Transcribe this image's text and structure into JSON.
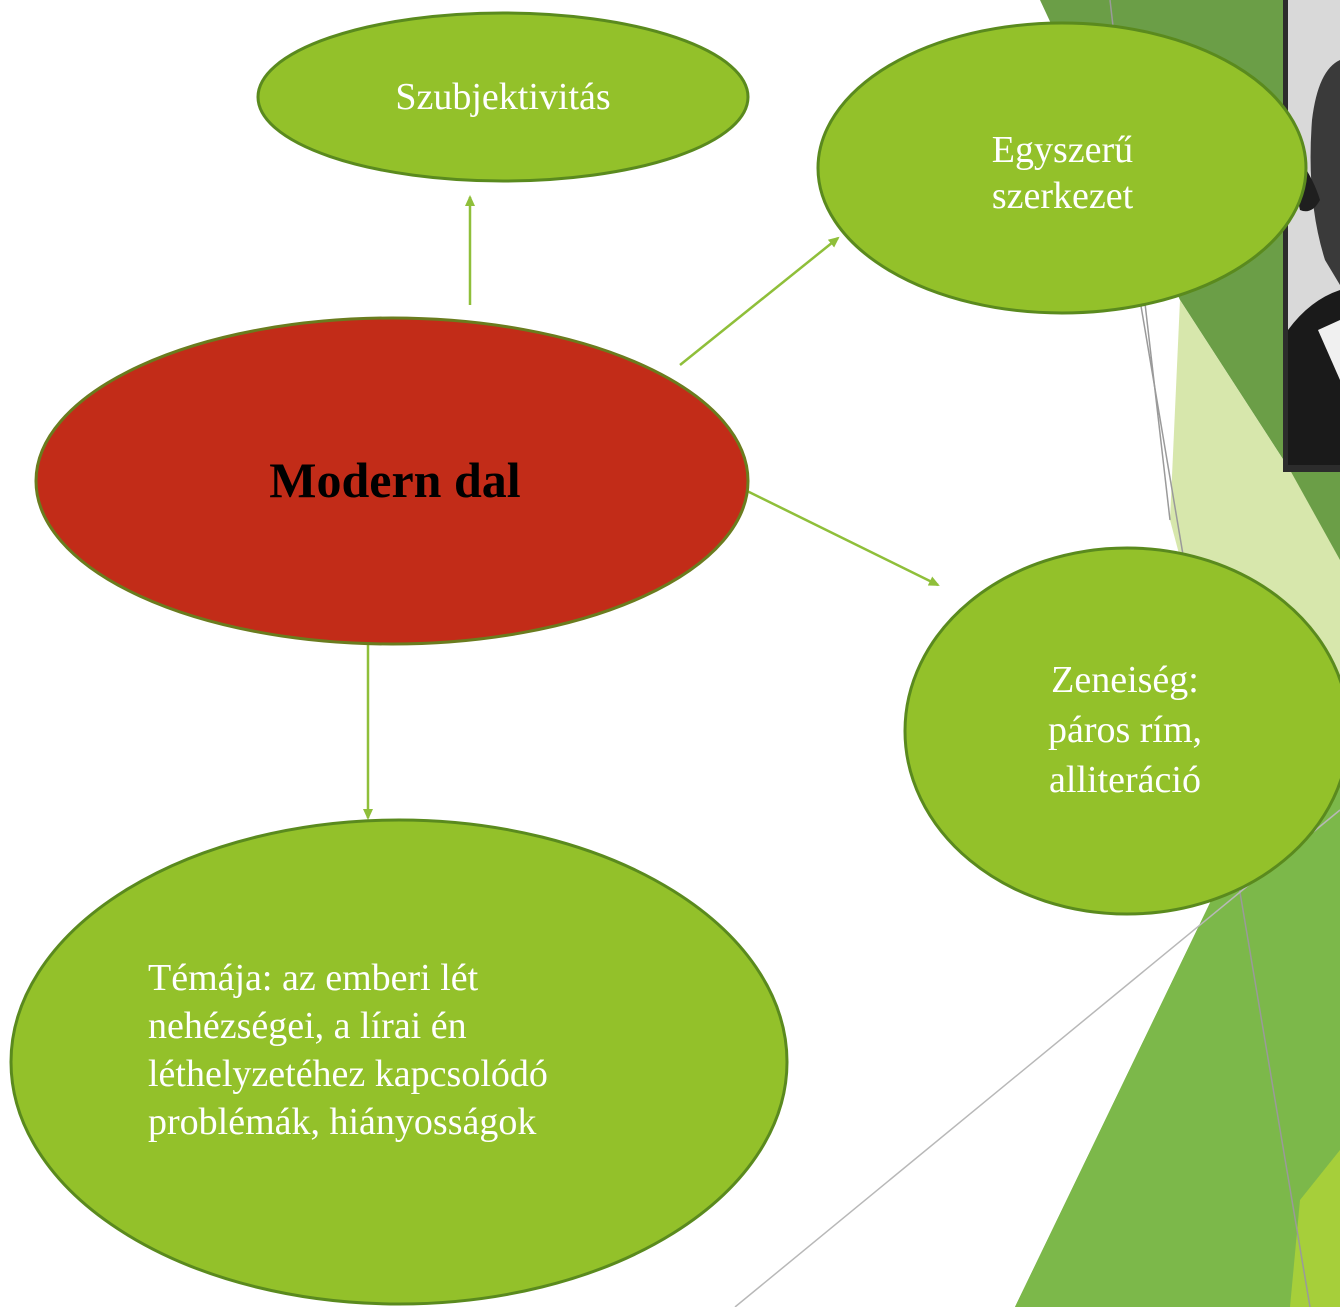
{
  "colors": {
    "node_fill": "#93c12a",
    "node_stroke": "#5a8a1e",
    "center_fill": "#c22c18",
    "center_stroke": "#6a7c1e",
    "arrow": "#8fbf3a",
    "deco_dark": "#6aa043",
    "deco_mid": "#7db74b",
    "deco_light": "#d3e5a4"
  },
  "diagram": {
    "center": {
      "label": "Modern dal"
    },
    "nodes": [
      {
        "id": "sub",
        "label": "Szubjektivitás"
      },
      {
        "id": "egy",
        "label": "Egyszerű\nszerkezet"
      },
      {
        "id": "zen",
        "label": "Zeneiség:\npáros rím,\nalliteráció"
      },
      {
        "id": "tema",
        "label": " Témája: az emberi lét\nnehézségei, a lírai én\nléthelyzetéhez kapcsolódó\nproblémák, hiányosságok"
      }
    ],
    "edges": [
      {
        "from": "center",
        "to": "sub"
      },
      {
        "from": "center",
        "to": "egy"
      },
      {
        "from": "center",
        "to": "zen"
      },
      {
        "from": "center",
        "to": "tema"
      }
    ]
  },
  "photo": {
    "description_icon": "portrait-photo"
  }
}
